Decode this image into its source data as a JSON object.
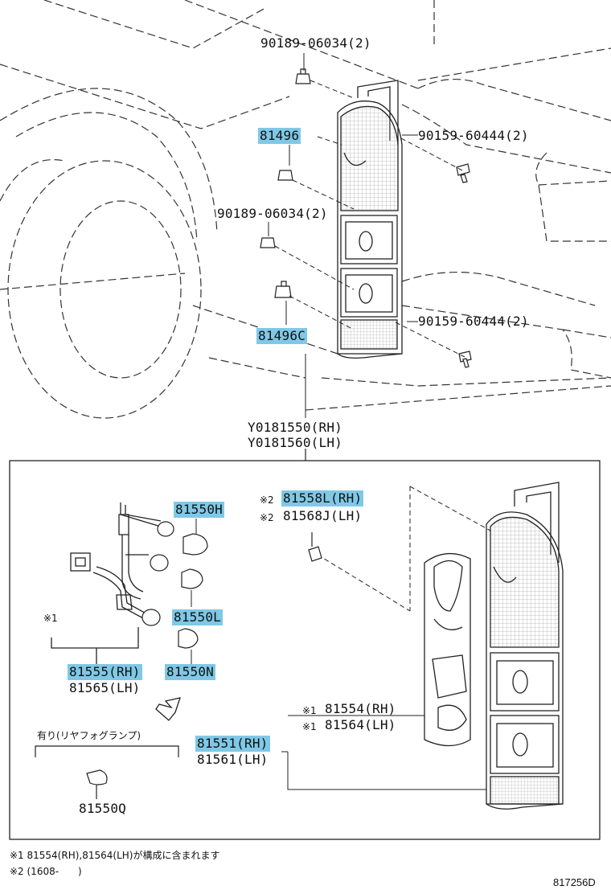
{
  "diagram_code": "817256D",
  "top_labels": {
    "screw_top": "90189-06034(2)",
    "clip_81496": "81496",
    "bolt_top": "90159-60444(2)",
    "screw_mid": "90189-06034(2)",
    "bolt_bottom": "90159-60444(2)",
    "clip_81496c": "81496C",
    "assy_rh": "Y0181550(RH)",
    "assy_lh": "Y0181560(LH)"
  },
  "inner_labels": {
    "mark2": "※2",
    "gasket_rh": "81558L(RH)",
    "gasket_lh": "81568J(LH)",
    "bulb_h": "81550H",
    "bulb_l": "81550L",
    "bulb_n": "81550N",
    "mark1": "※1",
    "socket_rh": "81555(RH)",
    "socket_lh": "81565(LH)",
    "mark1b": "※1",
    "packing_rh": "81554(RH)",
    "packing_lh": "81564(LH)",
    "lens_rh": "81551(RH)",
    "lens_lh": "81561(LH)",
    "option_title": "有り(リヤフォグランプ)",
    "bulb_q": "81550Q"
  },
  "footnotes": {
    "note1": "※1 81554(RH),81564(LH)が構成に含まれます",
    "note2": "※2 (1608-　　)"
  },
  "highlighted_parts": [
    "81496",
    "81496C",
    "81558L(RH)",
    "81550H",
    "81550L",
    "81550N",
    "81555(RH)",
    "81551(RH)"
  ],
  "colors": {
    "highlight": "#7fc8e6",
    "line": "#222222"
  }
}
